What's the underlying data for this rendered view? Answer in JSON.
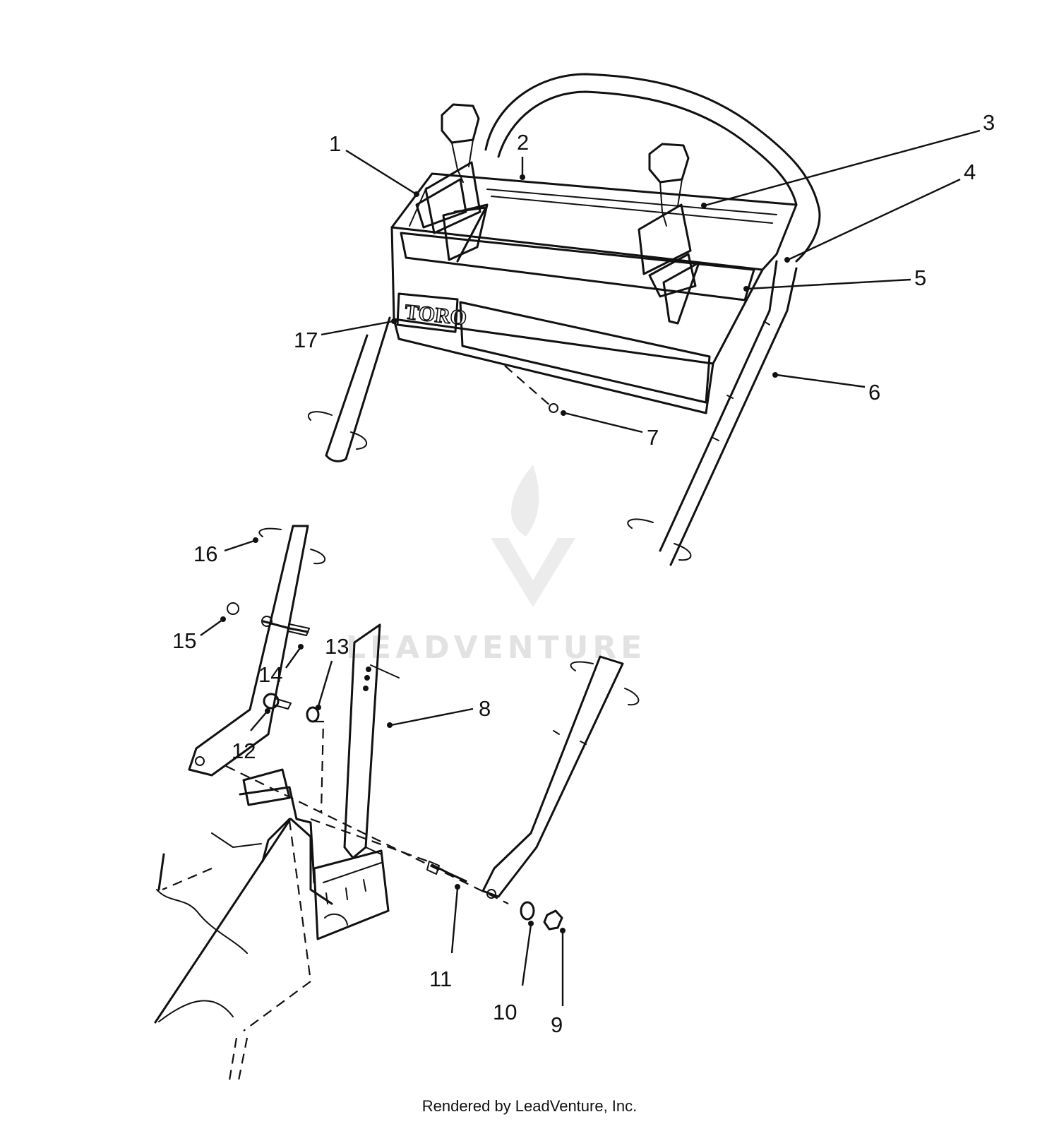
{
  "brand_text": "TORO",
  "watermark_text": "LEADVENTURE",
  "footer_text": "Rendered by LeadVenture, Inc.",
  "callouts": [
    "1",
    "2",
    "3",
    "4",
    "5",
    "6",
    "7",
    "8",
    "9",
    "10",
    "11",
    "12",
    "13",
    "14",
    "15",
    "16",
    "17"
  ]
}
